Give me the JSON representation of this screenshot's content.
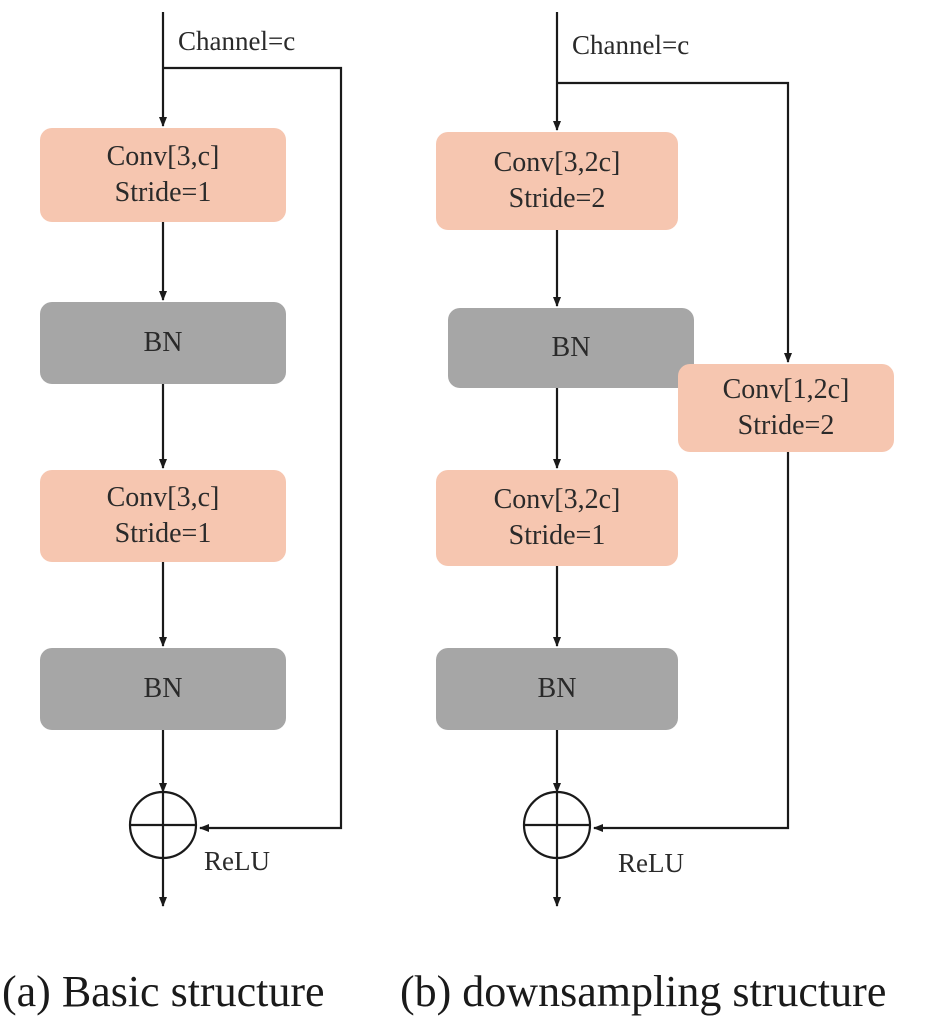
{
  "left": {
    "channel_label": "Channel=c",
    "conv1": {
      "line1": "Conv[3,c]",
      "line2": "Stride=1"
    },
    "bn1": "BN",
    "conv2": {
      "line1": "Conv[3,c]",
      "line2": "Stride=1"
    },
    "bn2": "BN",
    "relu": "ReLU",
    "caption": "(a) Basic structure"
  },
  "right": {
    "channel_label": "Channel=c",
    "conv1": {
      "line1": "Conv[3,2c]",
      "line2": "Stride=2"
    },
    "bn1": "BN",
    "conv2": {
      "line1": "Conv[3,2c]",
      "line2": "Stride=1"
    },
    "bn2": "BN",
    "shortcut_conv": {
      "line1": "Conv[1,2c]",
      "line2": "Stride=2"
    },
    "relu": "ReLU",
    "caption": "(b) downsampling structure"
  }
}
